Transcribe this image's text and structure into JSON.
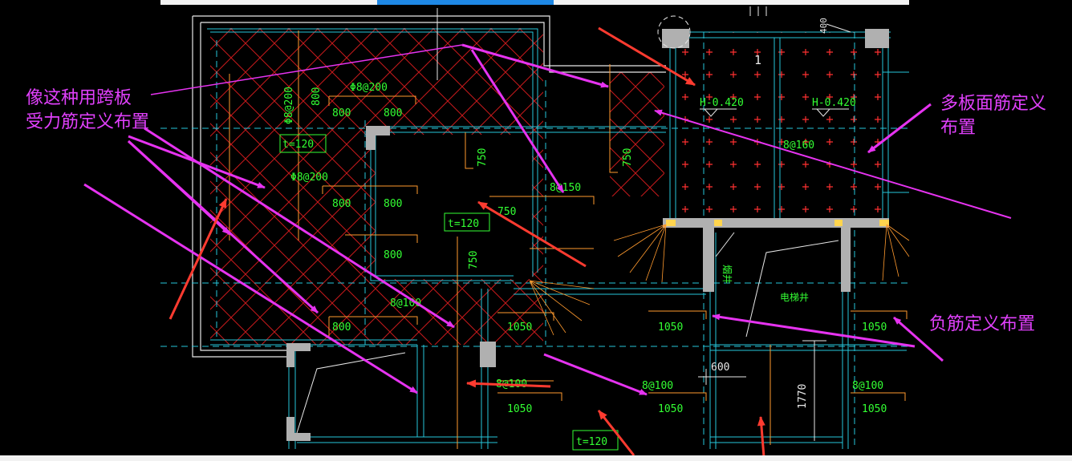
{
  "annotations": {
    "left_line1": "像这种用跨板",
    "left_line2": "受力筋定义布置",
    "right_top_line1": "多板面筋定义",
    "right_top_line2": "布置",
    "right_bottom": "负筋定义布置"
  },
  "drawing": {
    "elev_left": "H-0.420",
    "elev_right": "H-0.420",
    "rebar_left": "Φ8@200",
    "rebar_left2": "Φ8@200",
    "rebar_top": "Φ8@200",
    "rebar_mid": "8@150",
    "rebar_right": "8@160",
    "rebar_8_100_a": "8@100",
    "rebar_8_100_b": "8@100",
    "rebar_8_100_c": "8@100",
    "rebar_8_100_d": "8@100",
    "thick_1": "t=120",
    "thick_2": "t=120",
    "thick_3": "t=120",
    "dim_800_a": "800",
    "dim_800_b": "800",
    "dim_800_c": "800",
    "dim_800_d": "800",
    "dim_800_e": "800",
    "dim_800_f": "800",
    "dim_800_g": "800",
    "dim_750_a": "750",
    "dim_750_b": "750",
    "dim_750_c": "750",
    "dim_750_d": "750",
    "dim_1050_a": "1050",
    "dim_1050_b": "1050",
    "dim_1050_c": "1050",
    "dim_1050_d": "1050",
    "dim_1050_e": "1050",
    "dim_1050_f": "1050",
    "dim_600": "600",
    "dim_1770": "1770",
    "dim_400": "400",
    "room_elevator": "电梯井",
    "room_flue": "烟井",
    "axis_label": "1"
  },
  "colors": {
    "background": "#000000",
    "annotation": "#e040fb",
    "arrow_magenta": "#e633f0",
    "arrow_red": "#ff3b30",
    "cad_text": "#33ff33",
    "hatch": "#d02020",
    "rebar": "#ff9a2e",
    "wall": "#00bcd4",
    "white": "#ffffff"
  }
}
